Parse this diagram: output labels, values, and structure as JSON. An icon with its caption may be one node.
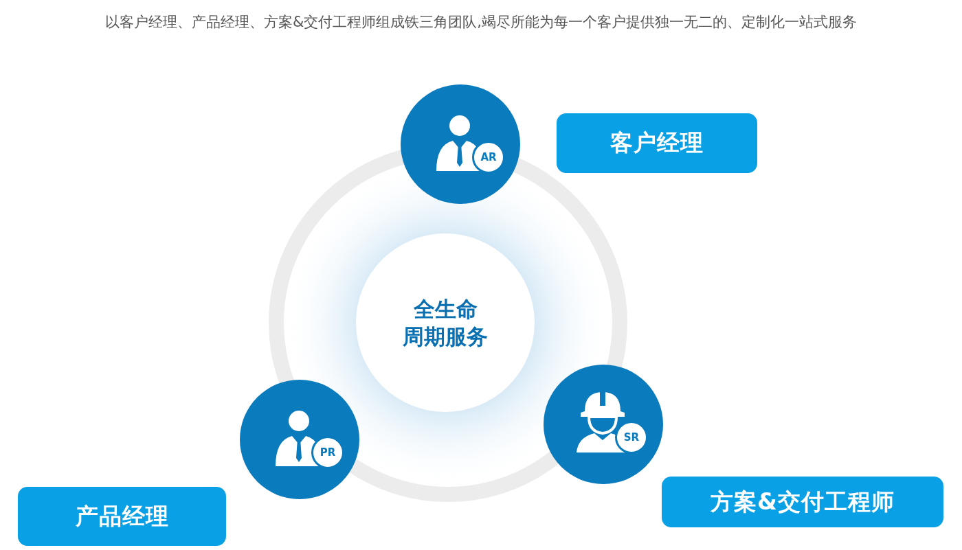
{
  "diagram": {
    "title": "以客户经理、产品经理、方案&交付工程师组成铁三角团队,竭尽所能为每一个客户提供独一无二的、定制化一站式服务",
    "nodes": [
      {
        "text": [
          "AR"
        ]
      },
      {
        "text": [
          "客户经理"
        ]
      },
      {
        "text": [
          "全生命周期服务"
        ]
      },
      {
        "text": [
          "PR"
        ]
      },
      {
        "text": [
          "SR"
        ]
      },
      {
        "text": [
          "方案&交付工程师"
        ]
      },
      {
        "text": [
          "产品经理"
        ]
      }
    ]
  }
}
